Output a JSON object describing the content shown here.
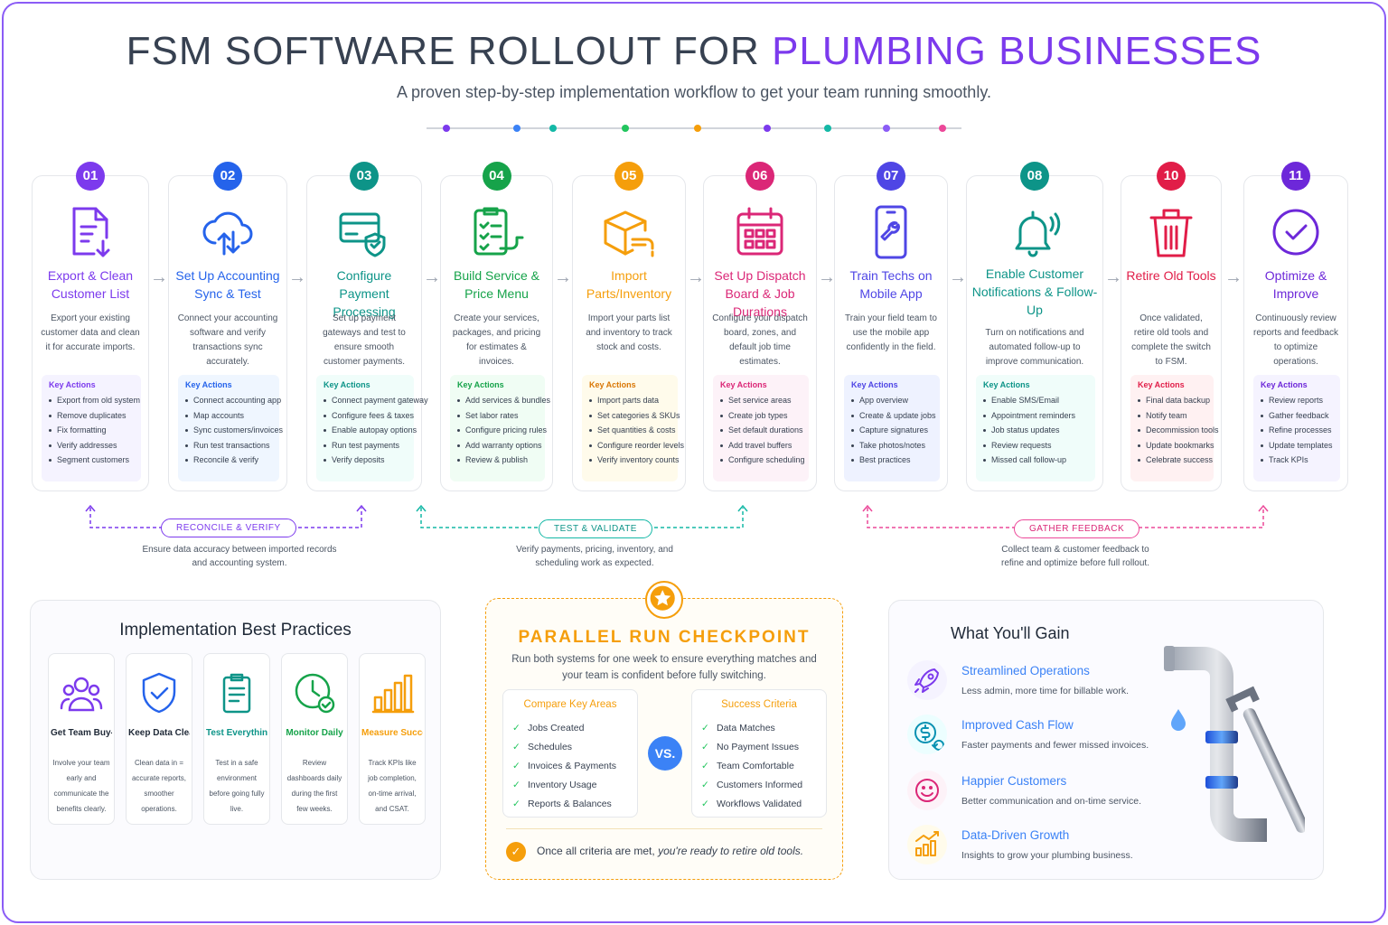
{
  "header": {
    "title_part1": "FSM SOFTWARE ROLLOUT FOR",
    "title_part2": "PLUMBING BUSINESSES",
    "subtitle": "A proven step-by-step implementation workflow to get your team running smoothly."
  },
  "colors": {
    "purple": "#7c3aed",
    "blue": "#2563eb",
    "teal": "#0d9488",
    "green": "#16a34a",
    "orange": "#f59e0b",
    "pink": "#db2777",
    "indigo": "#4f46e5"
  },
  "steps": [
    {
      "number": "01",
      "title": "Export & Clean Customer List",
      "icon": "document-export-icon",
      "description": "Export your existing customer data and clean it for accurate imports.",
      "key_actions_label": "Key Actions",
      "actions": [
        "Export from old system",
        "Remove duplicates",
        "Fix formatting",
        "Verify addresses",
        "Segment customers"
      ]
    },
    {
      "number": "02",
      "title": "Set Up Accounting Sync & Test",
      "icon": "cloud-sync-icon",
      "description": "Connect your accounting software and verify transactions sync accurately.",
      "key_actions_label": "Key Actions",
      "actions": [
        "Connect accounting app",
        "Map accounts",
        "Sync customers/invoices",
        "Run test transactions",
        "Reconcile & verify"
      ]
    },
    {
      "number": "03",
      "title": "Configure Payment Processing",
      "icon": "credit-card-shield-icon",
      "description": "Set up payment gateways and test to ensure smooth customer payments.",
      "key_actions_label": "Key Actions",
      "actions": [
        "Connect payment gateway",
        "Configure fees & taxes",
        "Enable autopay options",
        "Run test payments",
        "Verify deposits"
      ]
    },
    {
      "number": "04",
      "title": "Build Service & Price Menu",
      "icon": "checklist-pipe-icon",
      "description": "Create your services, packages, and pricing for estimates & invoices.",
      "key_actions_label": "Key Actions",
      "actions": [
        "Add services & bundles",
        "Set labor rates",
        "Configure pricing rules",
        "Add warranty options",
        "Review & publish"
      ]
    },
    {
      "number": "05",
      "title": "Import Parts/Inventory",
      "icon": "box-faucet-icon",
      "description": "Import your parts list and inventory to track stock and costs.",
      "key_actions_label": "Key Actions",
      "actions": [
        "Import parts data",
        "Set categories & SKUs",
        "Set quantities & costs",
        "Configure reorder levels",
        "Verify inventory counts"
      ]
    },
    {
      "number": "06",
      "title": "Set Up Dispatch Board & Job Durations",
      "icon": "calendar-icon",
      "description": "Configure your dispatch board, zones, and default job time estimates.",
      "key_actions_label": "Key Actions",
      "actions": [
        "Set service areas",
        "Create job types",
        "Set default durations",
        "Add travel buffers",
        "Configure scheduling"
      ]
    },
    {
      "number": "07",
      "title": "Train Techs on Mobile App",
      "icon": "mobile-wrench-icon",
      "description": "Train your field team to use the mobile app confidently in the field.",
      "key_actions_label": "Key Actions",
      "actions": [
        "App overview",
        "Create & update jobs",
        "Capture signatures",
        "Take photos/notes",
        "Best practices"
      ]
    },
    {
      "number": "08",
      "title": "Enable Customer Notifications & Follow-Up",
      "icon": "bell-icon",
      "description": "Turn on notifications and automated follow-up to improve communication.",
      "key_actions_label": "Key Actions",
      "actions": [
        "Enable SMS/Email",
        "Appointment reminders",
        "Job status updates",
        "Review requests",
        "Missed call follow-up"
      ]
    },
    {
      "number": "10",
      "title": "Retire Old Tools",
      "icon": "trash-icon",
      "description": "Once validated, retire old tools and complete the switch to FSM.",
      "key_actions_label": "Key Actions",
      "actions": [
        "Final data backup",
        "Notify team",
        "Decommission tools",
        "Update bookmarks",
        "Celebrate success"
      ]
    },
    {
      "number": "11",
      "title": "Optimize & Improve",
      "icon": "check-circle-icon",
      "description": "Continuously review reports and feedback to optimize operations.",
      "key_actions_label": "Key Actions",
      "actions": [
        "Review reports",
        "Gather feedback",
        "Refine processes",
        "Update templates",
        "Track KPIs"
      ]
    }
  ],
  "loops": [
    {
      "label": "RECONCILE & VERIFY",
      "caption": "Ensure data accuracy between imported records and accounting system."
    },
    {
      "label": "TEST & VALIDATE",
      "caption": "Verify payments, pricing, inventory, and scheduling work as expected."
    },
    {
      "label": "GATHER FEEDBACK",
      "caption": "Collect team & customer feedback to refine and optimize before full rollout."
    }
  ],
  "best_practices": {
    "title": "Implementation Best Practices",
    "items": [
      {
        "label": "Get Team Buy-In",
        "icon": "team-icon",
        "text": "Involve your team early and communicate the benefits clearly."
      },
      {
        "label": "Keep Data Clean",
        "icon": "shield-check-icon",
        "text": "Clean data in = accurate reports, smoother operations."
      },
      {
        "label": "Test Everything",
        "icon": "clipboard-icon",
        "text": "Test in a safe environment before going fully live."
      },
      {
        "label": "Monitor Daily",
        "icon": "clock-check-icon",
        "text": "Review dashboards daily during the first few weeks."
      },
      {
        "label": "Measure Success",
        "icon": "bar-chart-icon",
        "text": "Track KPIs like job completion, on-time arrival, and CSAT."
      }
    ]
  },
  "checkpoint": {
    "title": "PARALLEL RUN CHECKPOINT",
    "text": "Run both systems for one week to ensure everything matches and your team is confident before fully switching.",
    "compare_title": "Compare Key Areas",
    "compare_items": [
      "Jobs Created",
      "Schedules",
      "Invoices & Payments",
      "Inventory Usage",
      "Reports & Balances"
    ],
    "vs": "VS.",
    "criteria_title": "Success Criteria",
    "criteria_items": [
      "Data Matches",
      "No Payment Issues",
      "Team Comfortable",
      "Customers Informed",
      "Workflows Validated"
    ],
    "footer_plain": "Once all criteria are met,",
    "footer_italic": "you're ready to retire old tools."
  },
  "gains": {
    "title": "What You'll Gain",
    "items": [
      {
        "title": "Streamlined Operations",
        "desc": "Less admin, more time for billable work.",
        "icon": "rocket-icon"
      },
      {
        "title": "Improved Cash Flow",
        "desc": "Faster payments and fewer missed invoices.",
        "icon": "dollar-icon"
      },
      {
        "title": "Happier Customers",
        "desc": "Better communication and on-time service.",
        "icon": "smile-icon"
      },
      {
        "title": "Data-Driven Growth",
        "desc": "Insights to grow your plumbing business.",
        "icon": "growth-chart-icon"
      }
    ]
  }
}
